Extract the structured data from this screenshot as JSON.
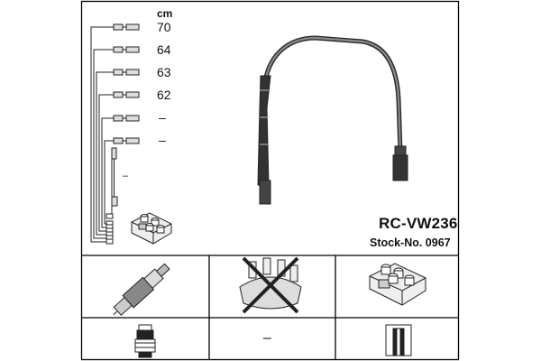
{
  "diagram": {
    "unit_label": "cm",
    "cable_lengths": [
      "70",
      "64",
      "63",
      "62",
      "–",
      "–"
    ],
    "short_lead_label": "–",
    "part_number": "RC-VW236",
    "stock_number": "Stock-No. 0967"
  },
  "components": {
    "spark_plug_connector_symbol": "–",
    "distributor_cap_crossed": true
  },
  "icons": [
    "cable-set-icon",
    "ignition-coil-icon",
    "spark-plug-icon",
    "distributor-cap-icon",
    "plug-boot-icon",
    "coil-boot-icon"
  ]
}
